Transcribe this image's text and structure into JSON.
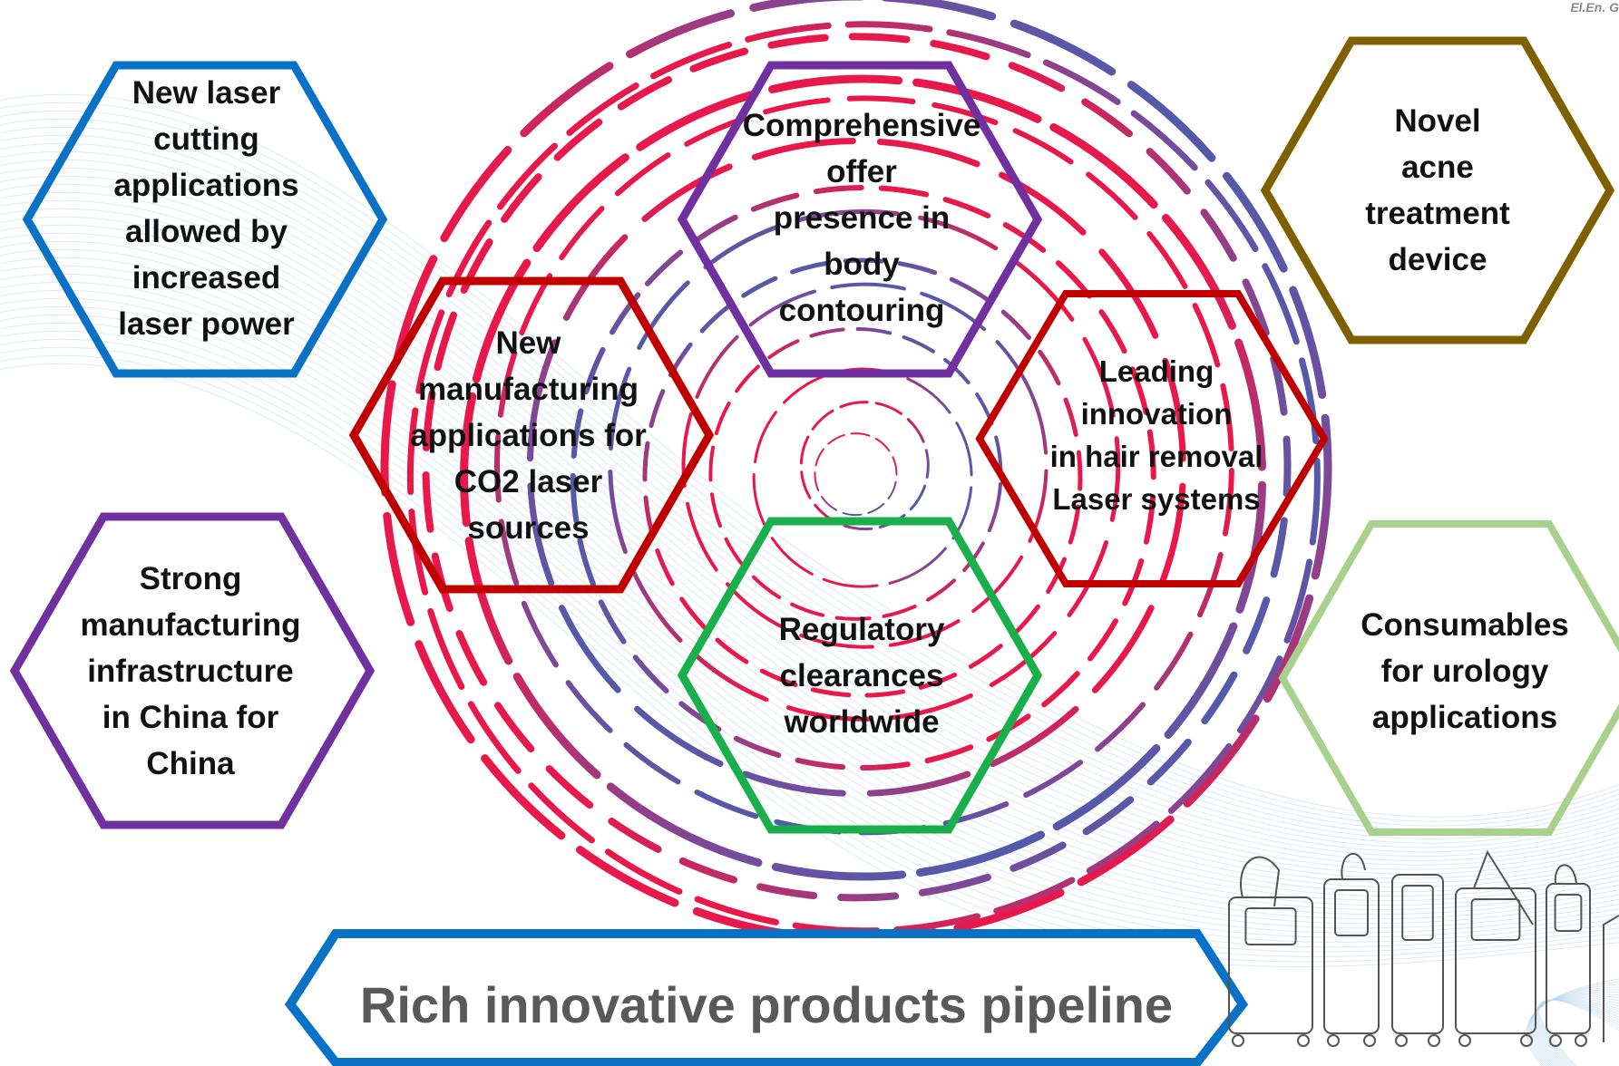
{
  "colors": {
    "blue": "#0A72C6",
    "red": "#C00000",
    "purple": "#7030A0",
    "green": "#19B04B",
    "olive": "#7F6000",
    "light_green": "#A9D18E",
    "spiral_red": "#E8194A",
    "spiral_blue": "#1F6EC2",
    "title_gray": "#595959",
    "wave": "#BBD7EE"
  },
  "corner_logo": "El.En. G",
  "hexagons": [
    {
      "id": "laser-cutting",
      "color_key": "blue",
      "label": "New laser\ncutting\napplications\nallowed by\nincreased\nlaser power"
    },
    {
      "id": "co2-laser",
      "color_key": "red",
      "label": "New\nmanufacturing\napplications for\nCO2 laser\nsources"
    },
    {
      "id": "body-contouring",
      "color_key": "purple",
      "label": "Comprehensive\noffer\npresence in\nbody\ncontouring"
    },
    {
      "id": "hair-removal",
      "color_key": "red",
      "label": "Leading\ninnovation\nin hair removal\nLaser systems"
    },
    {
      "id": "acne-device",
      "color_key": "olive",
      "label": "Novel\nacne\ntreatment\ndevice"
    },
    {
      "id": "china-manufacturing",
      "color_key": "purple",
      "label": "Strong\nmanufacturing\ninfrastructure\nin China for\nChina"
    },
    {
      "id": "regulatory",
      "color_key": "green",
      "label": "Regulatory\nclearances\nworldwide"
    },
    {
      "id": "urology",
      "color_key": "light_green",
      "label": "Consumables\nfor urology\napplications"
    }
  ],
  "banner": {
    "title": "Rich innovative products pipeline"
  },
  "devices_icon": "medical-devices-lineup-icon"
}
